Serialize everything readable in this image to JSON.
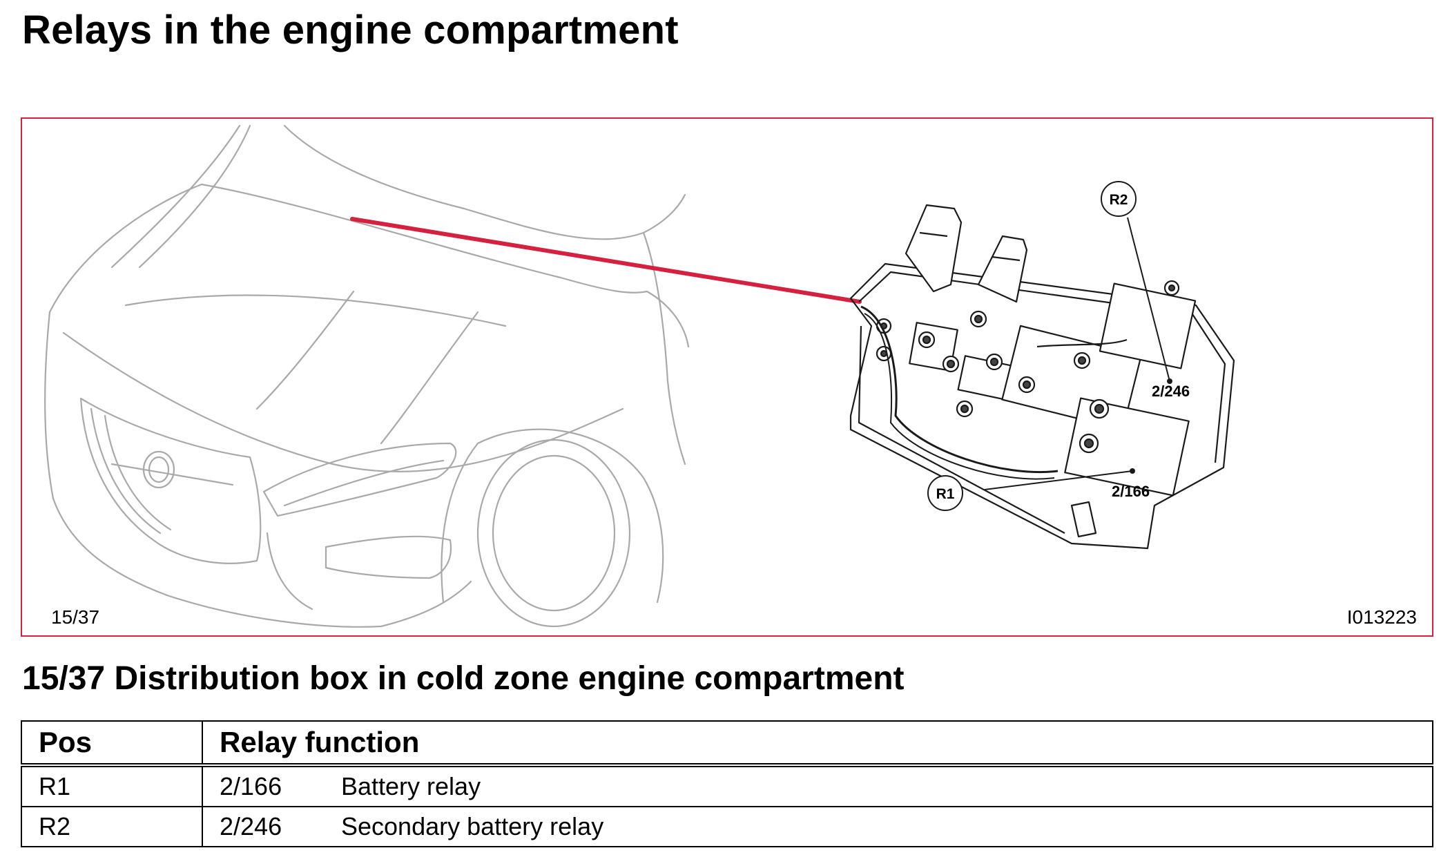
{
  "page": {
    "title": "Relays in the engine compartment"
  },
  "figure": {
    "number_label": "15/37",
    "image_code": "I013223",
    "callouts": {
      "r1": "R1",
      "r2": "R2",
      "code_r1": "2/166",
      "code_r2": "2/246"
    },
    "colors": {
      "frame": "#d5203f",
      "pointer": "#d5203f",
      "line_art": "#a9a9a9"
    }
  },
  "section": {
    "heading": "15/37 Distribution box in cold zone engine compartment"
  },
  "table": {
    "headers": {
      "pos": "Pos",
      "function": "Relay function"
    },
    "rows": [
      {
        "pos": "R1",
        "code": "2/166",
        "function": "Battery relay"
      },
      {
        "pos": "R2",
        "code": "2/246",
        "function": "Secondary battery relay"
      }
    ]
  }
}
